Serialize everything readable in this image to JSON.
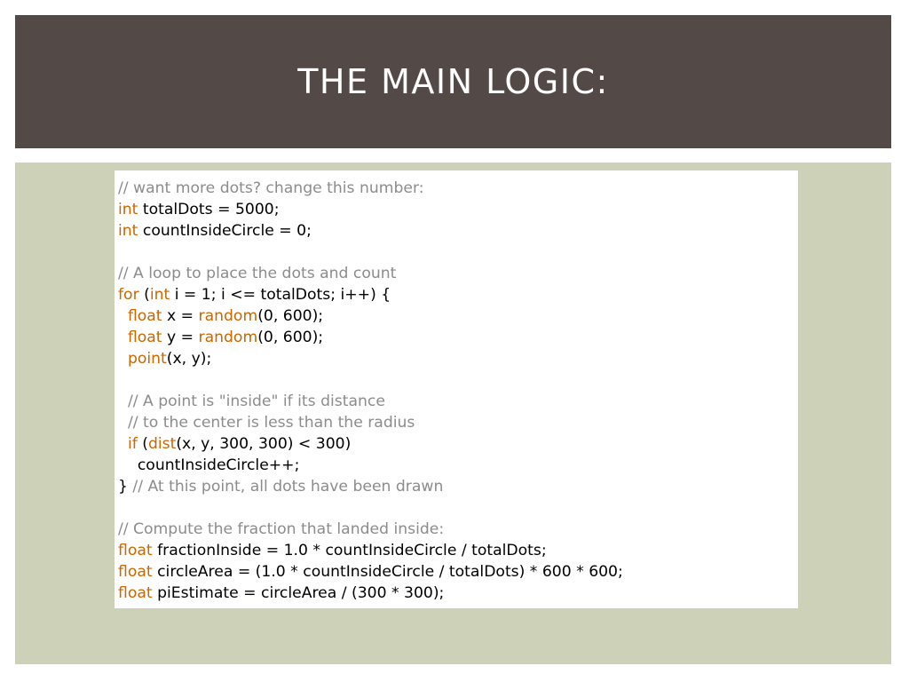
{
  "slide": {
    "title": "THE MAIN LOGIC:"
  },
  "colors": {
    "title_bar": "#534a47",
    "title_text": "#ffffff",
    "content_background": "#cdd1b8",
    "code_background": "#ffffff",
    "code_comment": "#8c8c8c",
    "code_keyword": "#cc6600",
    "code_plain": "#000000"
  },
  "code": {
    "lines": [
      [
        {
          "t": "comment",
          "v": "// want more dots? change this number:"
        }
      ],
      [
        {
          "t": "keyword",
          "v": "int"
        },
        {
          "t": "plain",
          "v": " totalDots = 5000;"
        }
      ],
      [
        {
          "t": "keyword",
          "v": "int"
        },
        {
          "t": "plain",
          "v": " countInsideCircle = 0;"
        }
      ],
      [],
      [
        {
          "t": "comment",
          "v": "// A loop to place the dots and count"
        }
      ],
      [
        {
          "t": "keyword",
          "v": "for"
        },
        {
          "t": "plain",
          "v": " ("
        },
        {
          "t": "keyword",
          "v": "int"
        },
        {
          "t": "plain",
          "v": " i = 1; i <= totalDots; i++) {"
        }
      ],
      [
        {
          "t": "plain",
          "v": "  "
        },
        {
          "t": "keyword",
          "v": "float"
        },
        {
          "t": "plain",
          "v": " x = "
        },
        {
          "t": "func",
          "v": "random"
        },
        {
          "t": "plain",
          "v": "(0, 600);"
        }
      ],
      [
        {
          "t": "plain",
          "v": "  "
        },
        {
          "t": "keyword",
          "v": "float"
        },
        {
          "t": "plain",
          "v": " y = "
        },
        {
          "t": "func",
          "v": "random"
        },
        {
          "t": "plain",
          "v": "(0, 600);"
        }
      ],
      [
        {
          "t": "plain",
          "v": "  "
        },
        {
          "t": "func",
          "v": "point"
        },
        {
          "t": "plain",
          "v": "(x, y);"
        }
      ],
      [],
      [
        {
          "t": "plain",
          "v": "  "
        },
        {
          "t": "comment",
          "v": "// A point is \"inside\" if its distance"
        }
      ],
      [
        {
          "t": "plain",
          "v": "  "
        },
        {
          "t": "comment",
          "v": "// to the center is less than the radius"
        }
      ],
      [
        {
          "t": "plain",
          "v": "  "
        },
        {
          "t": "keyword",
          "v": "if"
        },
        {
          "t": "plain",
          "v": " ("
        },
        {
          "t": "func",
          "v": "dist"
        },
        {
          "t": "plain",
          "v": "(x, y, 300, 300) < 300)"
        }
      ],
      [
        {
          "t": "plain",
          "v": "    countInsideCircle++;"
        }
      ],
      [
        {
          "t": "plain",
          "v": "} "
        },
        {
          "t": "comment",
          "v": "// At this point, all dots have been drawn"
        }
      ],
      [],
      [
        {
          "t": "comment",
          "v": "// Compute the fraction that landed inside:"
        }
      ],
      [
        {
          "t": "keyword",
          "v": "float"
        },
        {
          "t": "plain",
          "v": " fractionInside = 1.0 * countInsideCircle / totalDots;"
        }
      ],
      [
        {
          "t": "keyword",
          "v": "float"
        },
        {
          "t": "plain",
          "v": " circleArea = (1.0 * countInsideCircle / totalDots) * 600 * 600;"
        }
      ],
      [
        {
          "t": "keyword",
          "v": "float"
        },
        {
          "t": "plain",
          "v": " piEstimate = circleArea / (300 * 300);"
        }
      ]
    ]
  }
}
